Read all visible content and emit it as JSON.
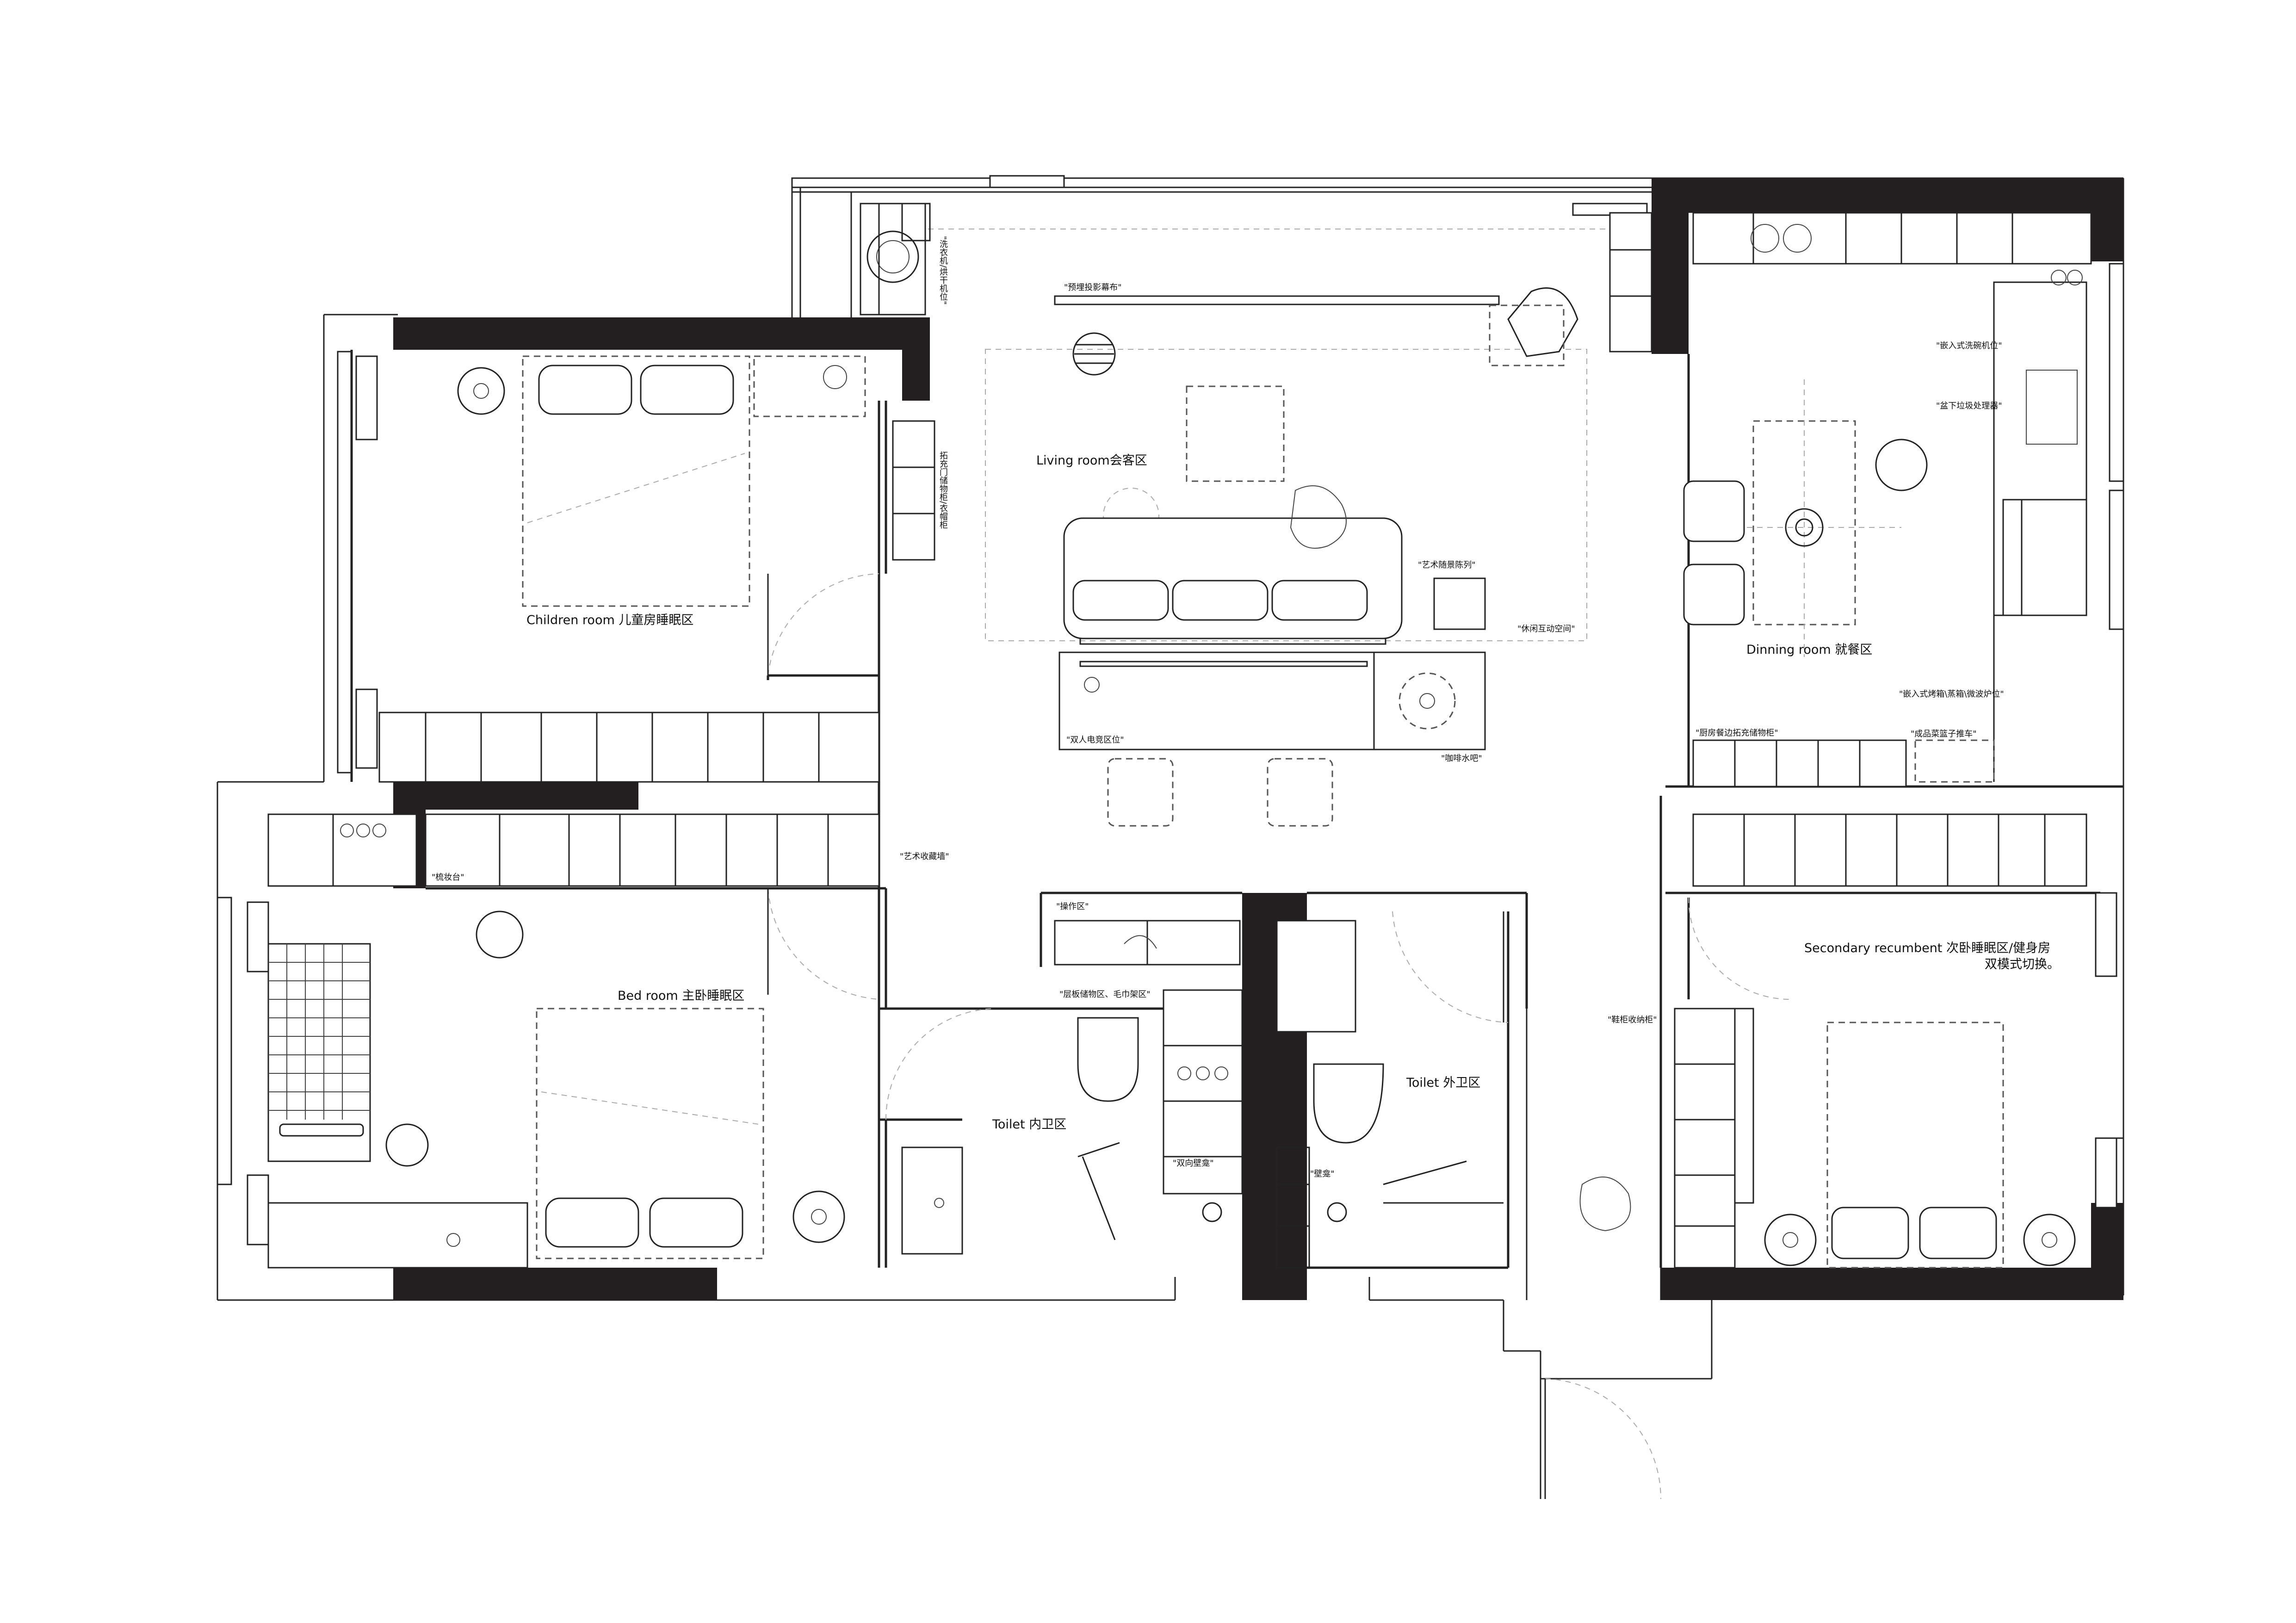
{
  "rooms": {
    "children": "Children room  儿童房睡眠区",
    "living": "Living room会客区",
    "dining": "Dinning room  就餐区",
    "bed": "Bed room    主卧睡眠区",
    "toilet_in": "Toilet 内卫区",
    "toilet_out": "Toilet   外卫区",
    "secondary_line1": "Secondary recumbent  次卧睡眠区/健身房",
    "secondary_line2": "双模式切换。"
  },
  "notes": {
    "projection": "\"预埋投影幕布\"",
    "art_display": "\"艺术随景陈列\"",
    "leisure": "\"休闲互动空间\"",
    "esports": "\"双人电竞区位\"",
    "coffee": "\"咖啡水吧\"",
    "art_wall": "\"艺术收藏墙\"",
    "dishwasher": "\"嵌入式洗碗机位\"",
    "garbage": "\"盆下垃圾处理器\"",
    "oven": "\"嵌入式烤箱\\蒸箱\\微波炉位\"",
    "kitchen_storage": "\"厨房餐边拓充储物柜\"",
    "trolley": "\"成品菜篮子推车\"",
    "dresser": "\"梳妆台\"",
    "operation": "\"操作区\"",
    "shelf": "\"层板储物区、毛巾架区\"",
    "niche_double": "\"双向壁龛\"",
    "niche": "\"壁龛\"",
    "shoe": "\"鞋柜收纳柜\"",
    "washer": "\"洗衣机/烘干机位\"",
    "expand_storage": "拓充门储物柜/衣帽柜"
  },
  "colors": {
    "wall": "#231f20",
    "line": "#222222",
    "background": "#ffffff"
  }
}
